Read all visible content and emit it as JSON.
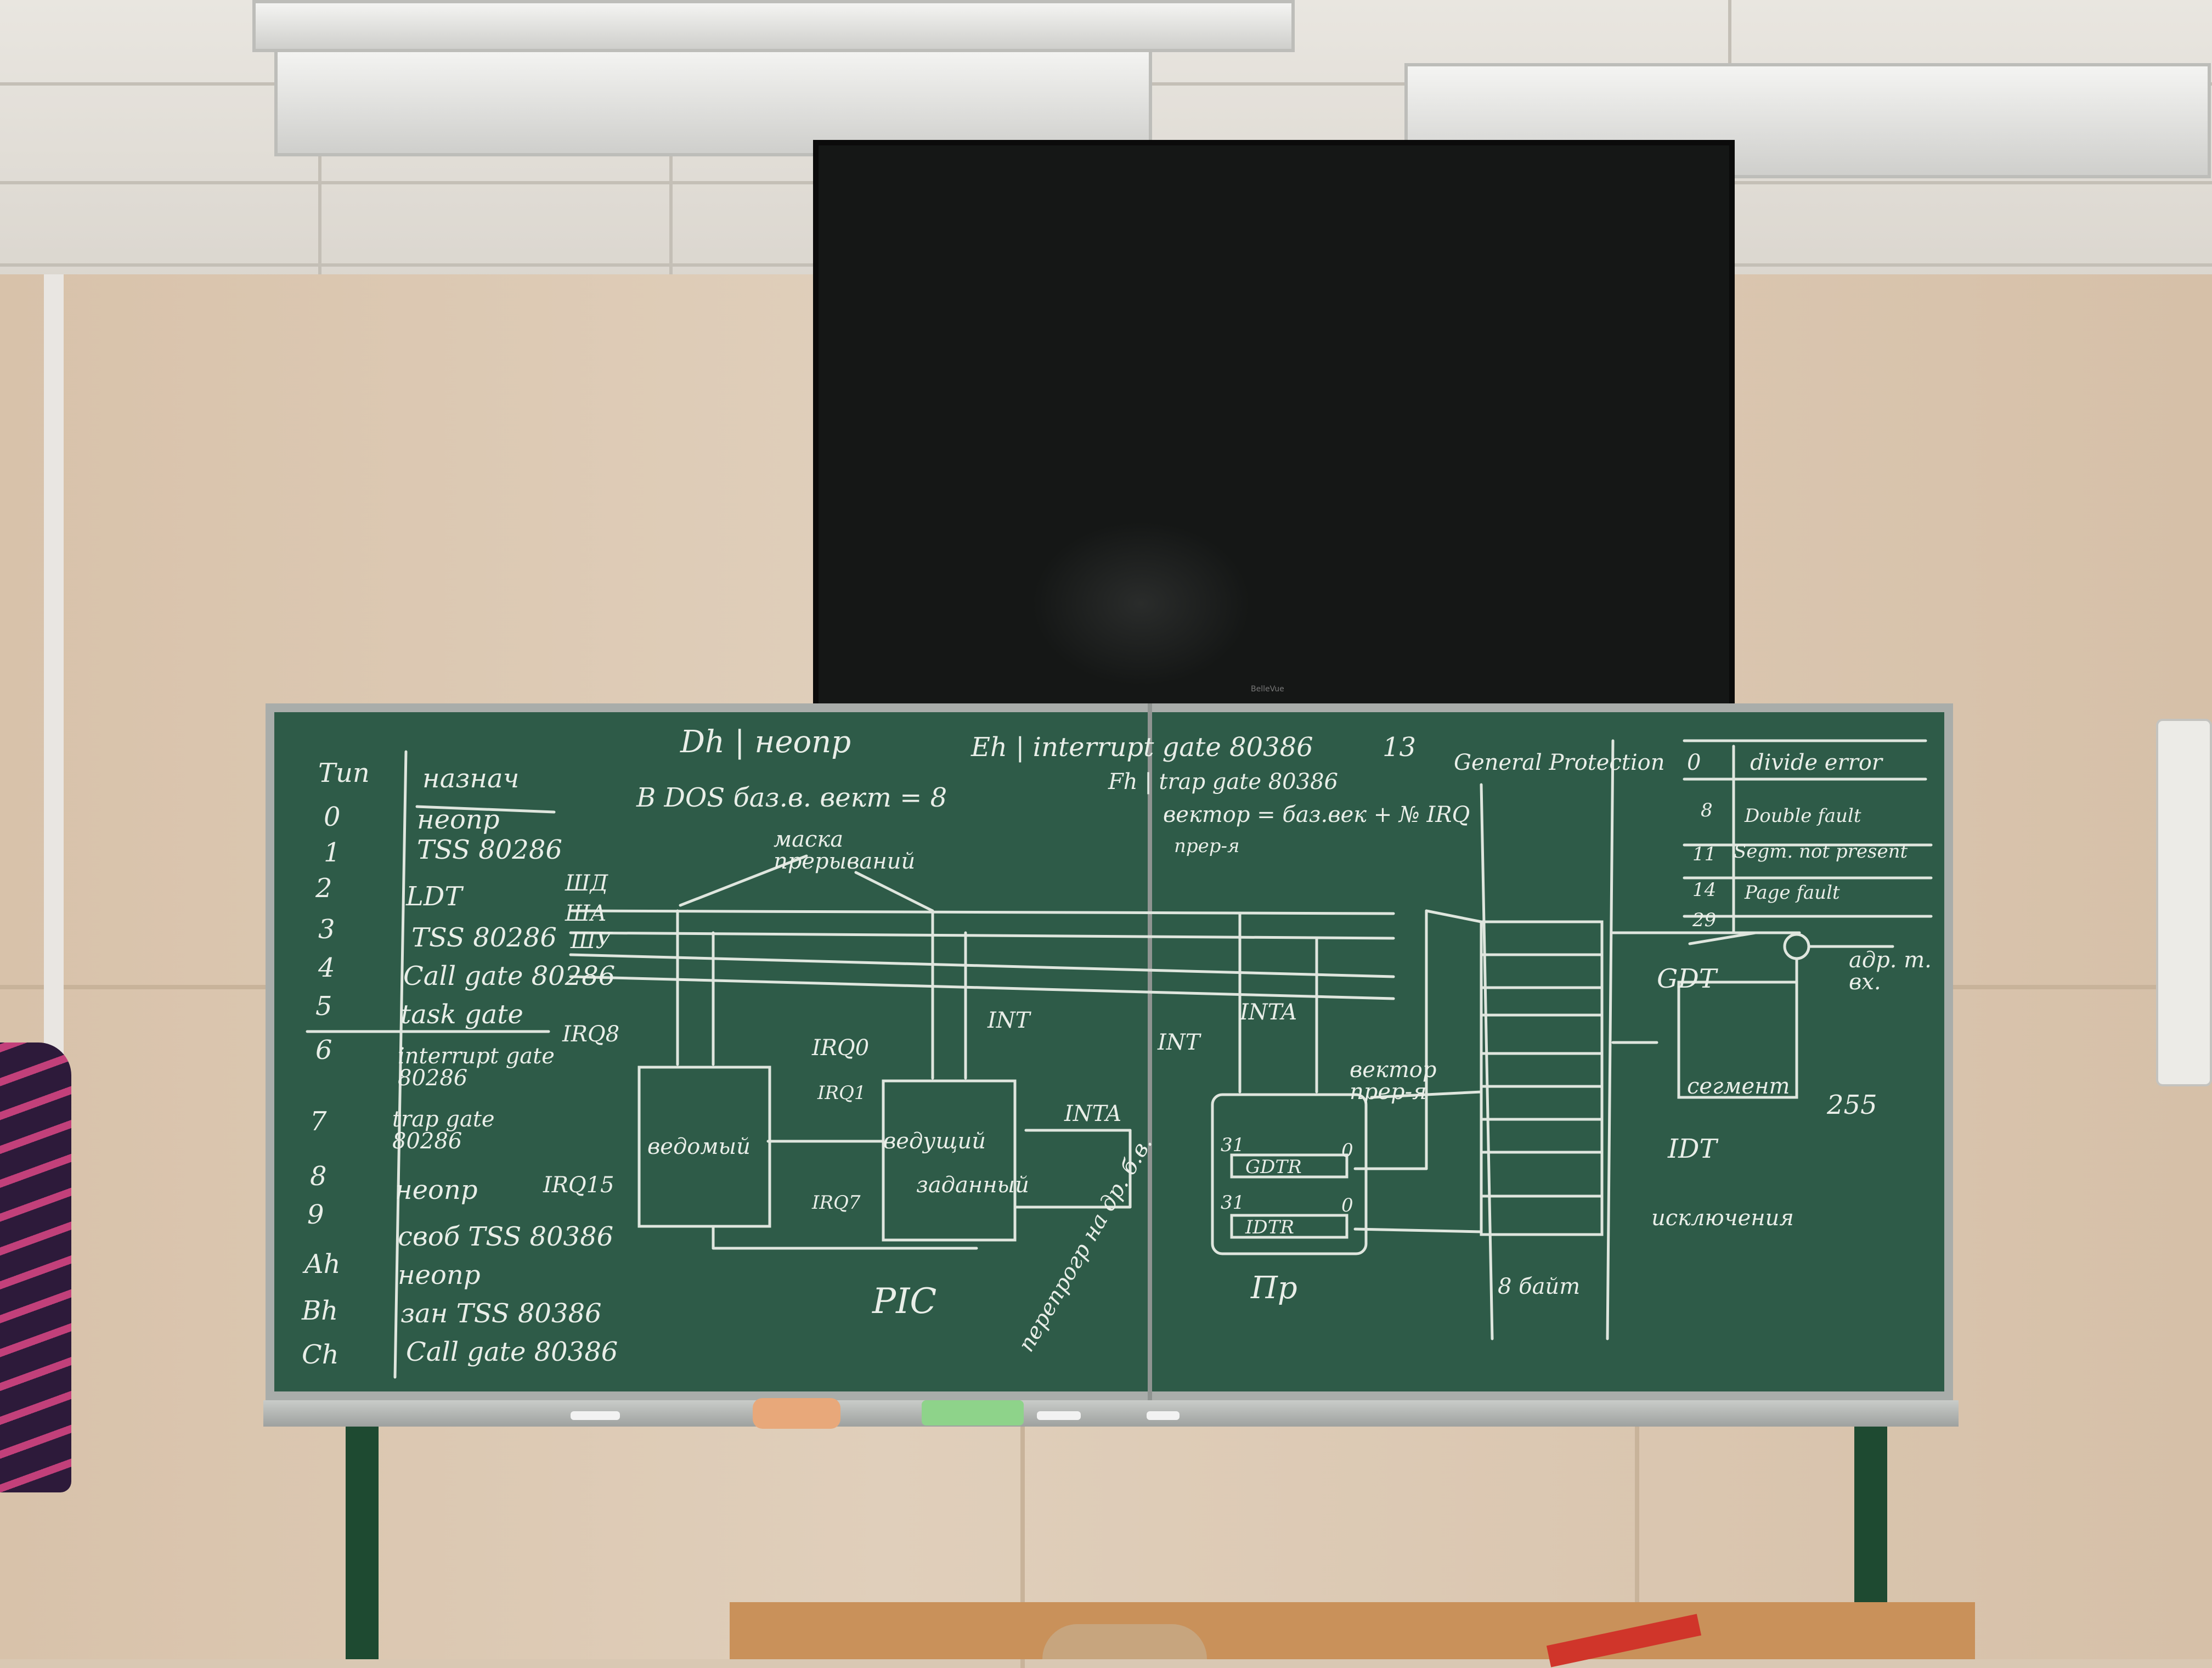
{
  "board": {
    "top": {
      "dh": "Dh | неопр",
      "eh": "Eh | interrupt gate 80386",
      "fh": "Fh | trap gate 80386",
      "vdos": "В DOS  баз.в. вект = 8",
      "thirteen": "13",
      "gp": "General Protection"
    },
    "table_left": {
      "header_type": "Тип",
      "header_name": "назнач",
      "rows": [
        {
          "type": "0",
          "name": "неопр"
        },
        {
          "type": "1",
          "name": "TSS 80286"
        },
        {
          "type": "2",
          "name": "LDT"
        },
        {
          "type": "3",
          "name": "TSS 80286"
        },
        {
          "type": "4",
          "name": "Call gate 80286"
        },
        {
          "type": "5",
          "name": "task gate"
        },
        {
          "type": "6",
          "name": "interrupt gate 80286"
        },
        {
          "type": "7",
          "name": "trap gate 80286"
        },
        {
          "type": "8",
          "name": "неопр"
        },
        {
          "type": "9",
          "name": "своб TSS 80386"
        },
        {
          "type": "Ah",
          "name": "неопр"
        },
        {
          "type": "Bh",
          "name": "зан TSS 80386"
        },
        {
          "type": "Ch",
          "name": "Call gate 80386"
        }
      ]
    },
    "bus_labels": {
      "sd": "ШД",
      "sa": "ША",
      "su": "ШУ"
    },
    "mask": "маска прерываний",
    "vector_formula": "вектор = баз.век + № IRQ",
    "vector_formula_sub": "прер-я",
    "pic": {
      "slave": "ведомый",
      "master": "ведущий",
      "master_sub": "заданный",
      "irq8": "IRQ8",
      "irq15": "IRQ15",
      "irq0": "IRQ0",
      "irq1": "IRQ1",
      "irq7": "IRQ7",
      "int1": "INT",
      "inta1": "INTA",
      "label": "PIC",
      "reprog": "перепрогр на др. б.в."
    },
    "cpu": {
      "int": "INT",
      "inta": "INTA",
      "gdtr": "GDTR",
      "idtr": "IDTR",
      "b31a": "31",
      "b0a": "0",
      "b31b": "31",
      "b0b": "0",
      "label": "Пр"
    },
    "vector_arrow": "вектор прер-я",
    "tables_mem": {
      "gdt": "GDT",
      "idt": "IDT",
      "bytes": "8 байт",
      "segment": "сегмент",
      "exceptions": "исключения",
      "n255": "255",
      "addr": "адр. т. вх."
    },
    "exceptions_table": [
      {
        "num": "0",
        "name": "divide error"
      },
      {
        "num": "8",
        "name": "Double fault"
      },
      {
        "num": "11",
        "name": "Segm. not present"
      },
      {
        "num": "14",
        "name": "Page fault"
      },
      {
        "num": "29",
        "name": ""
      }
    ]
  },
  "tv": {
    "brand": "BelleVue"
  },
  "colors": {
    "board": "#2e5b48",
    "chalk": "#e9eee8",
    "wall": "#d8c2aa"
  }
}
